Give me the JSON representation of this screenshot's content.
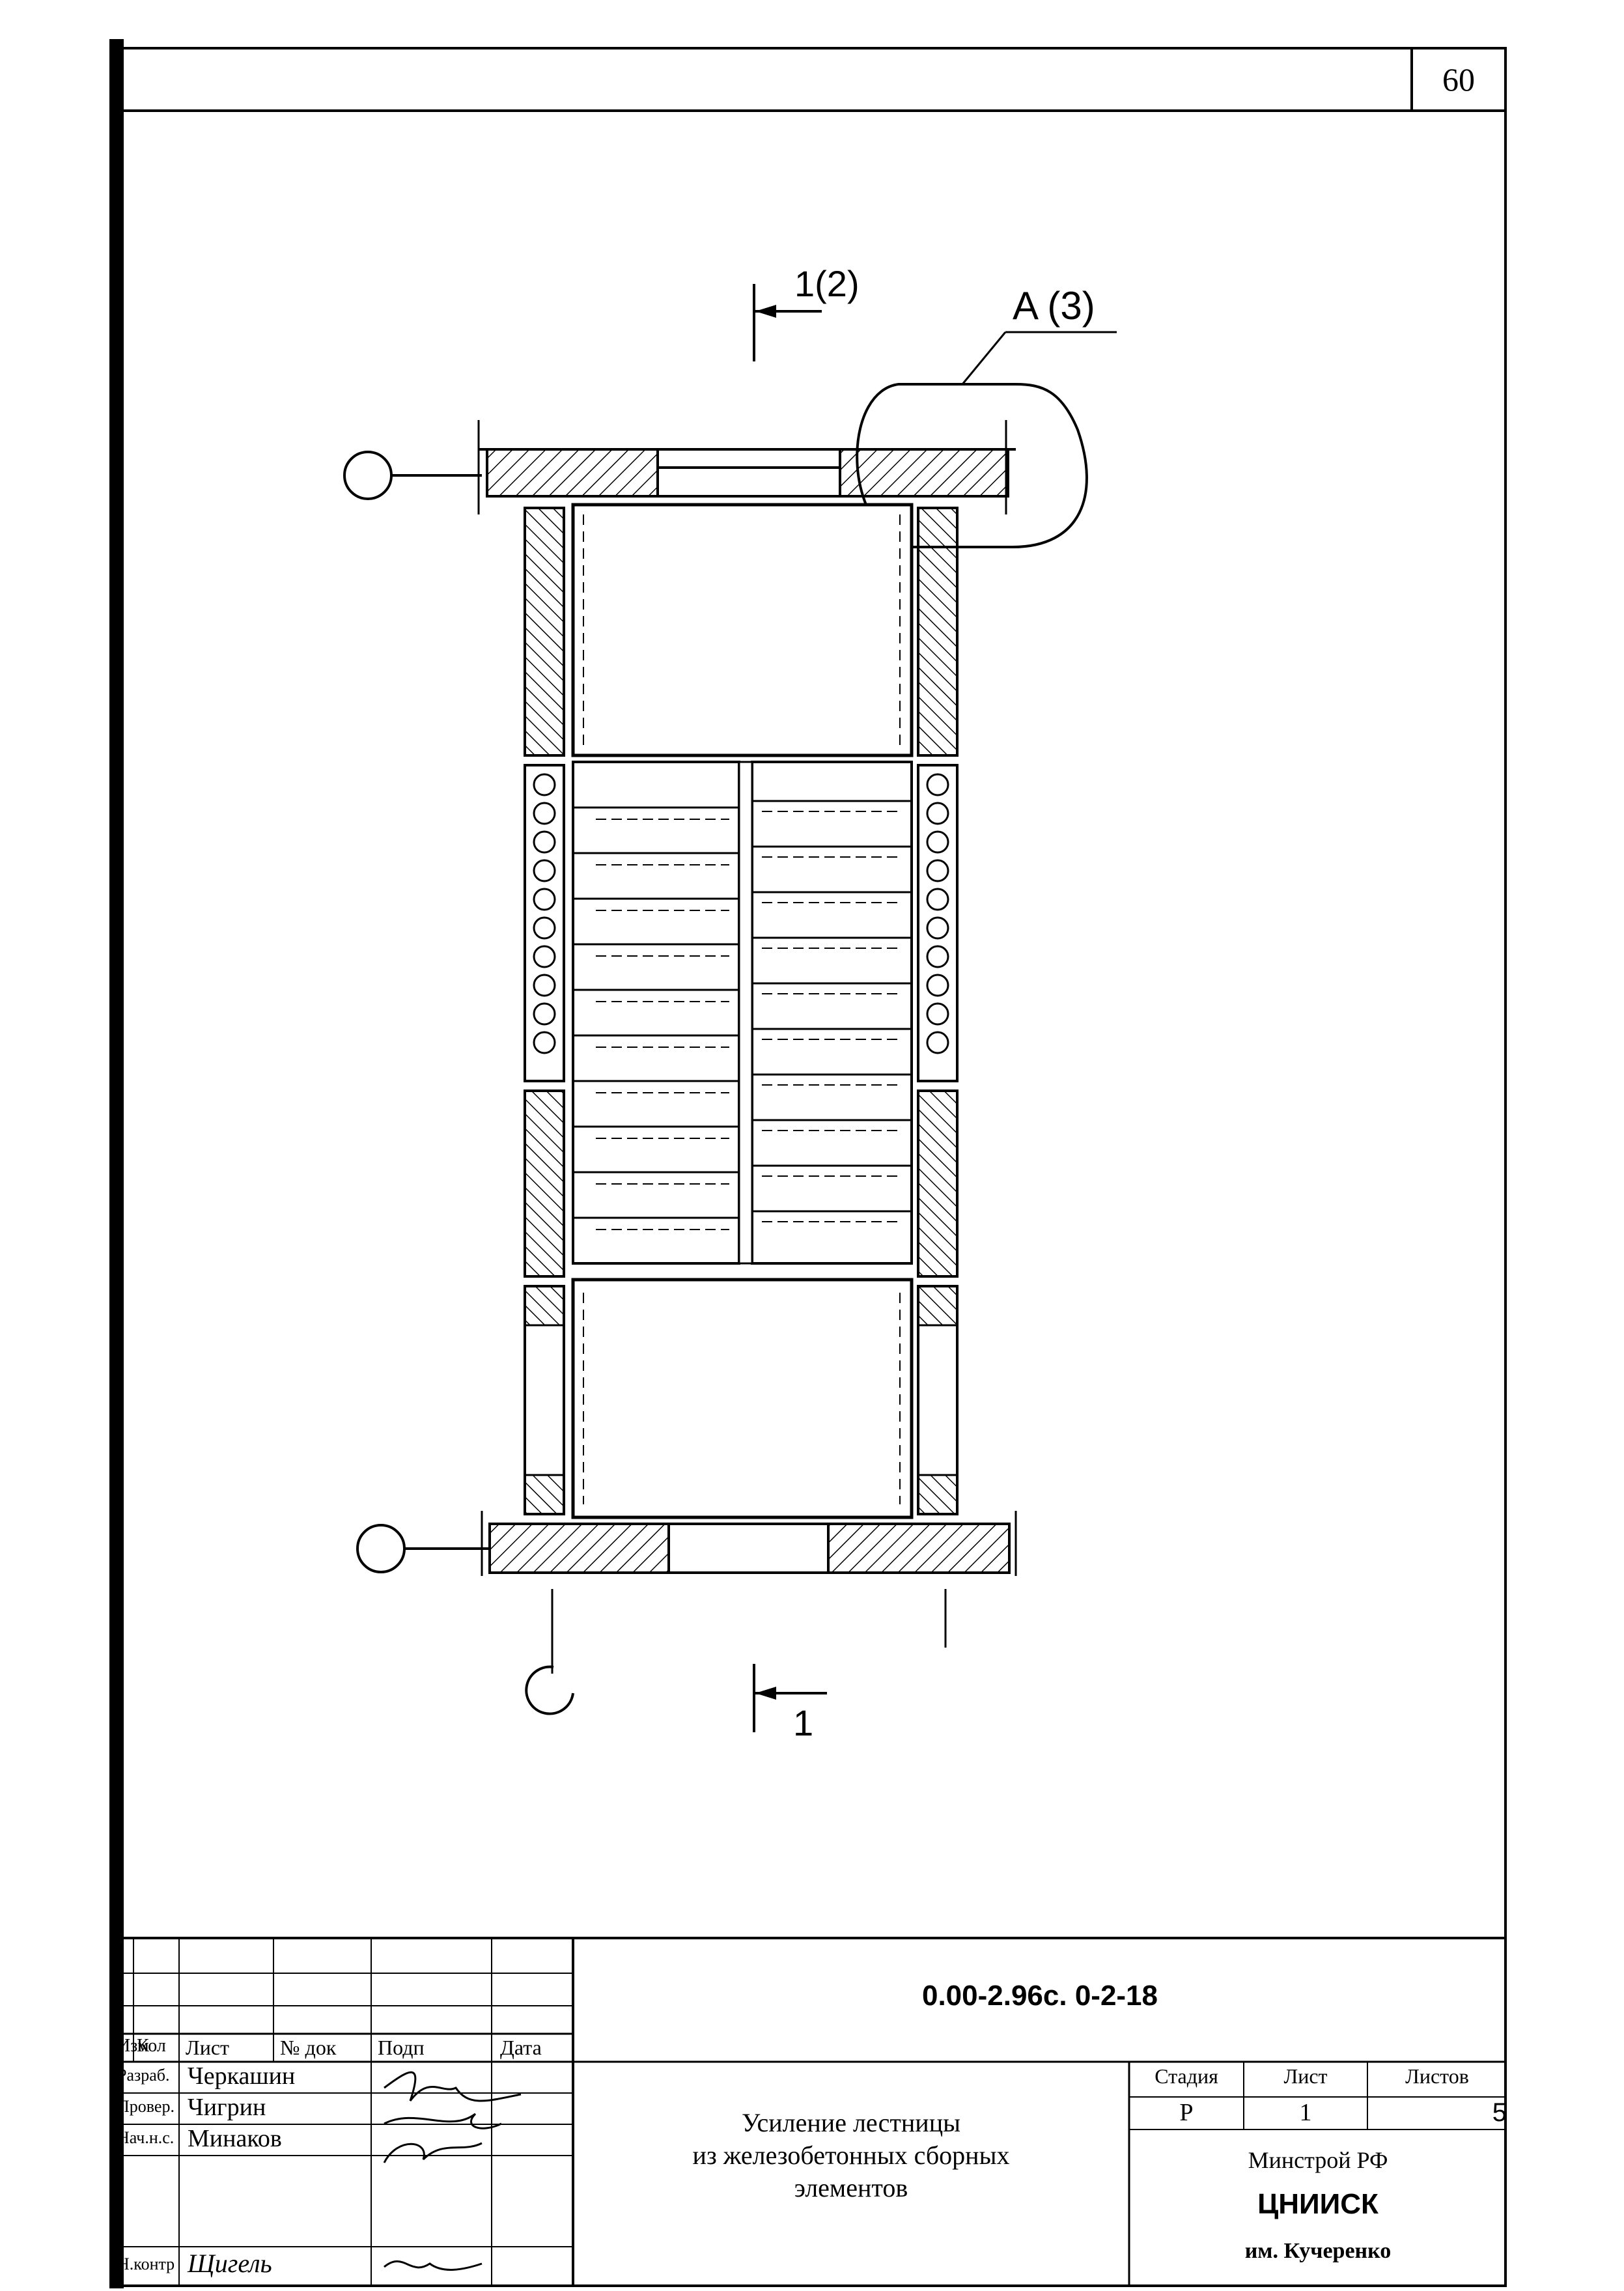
{
  "page_number": "60",
  "drawing": {
    "section_mark_top": "1(2)",
    "section_mark_bottom": "1",
    "detail_callout": "A (3)"
  },
  "title_block": {
    "doc_code": "0.00-2.96с. 0-2-18",
    "title_line1": "Усиление лестницы",
    "title_line2": "из железобетонных сборных",
    "title_line3": "элементов",
    "header_cols": [
      "Изм",
      "Кол",
      "Лист",
      "№ док",
      "Подп",
      "Дата"
    ],
    "roles": [
      {
        "role": "Разраб.",
        "name": "Черкашин"
      },
      {
        "role": "Провер.",
        "name": "Чигрин"
      },
      {
        "role": "Нач.н.с.",
        "name": "Минаков"
      },
      {
        "role": "",
        "name": ""
      },
      {
        "role": "Н.контр",
        "name": "Щигель"
      }
    ],
    "stage_label": "Стадия",
    "sheet_label": "Лист",
    "sheets_label": "Листов",
    "stage_value": "Р",
    "sheet_value": "1",
    "sheets_value": "5",
    "org_line1": "Минстрой РФ",
    "org_line2": "ЦНИИСК",
    "org_line3": "им. Кучеренко"
  }
}
